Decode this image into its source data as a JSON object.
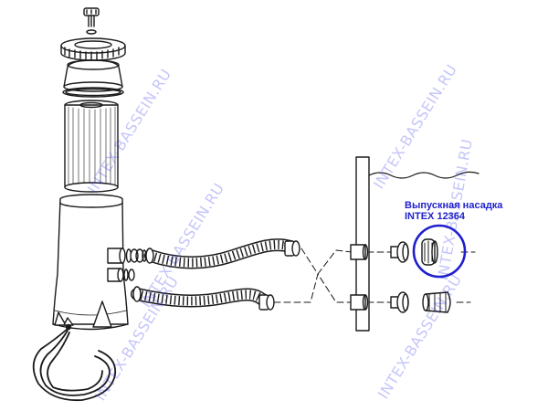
{
  "callout": {
    "line1": "Выпускная насадка",
    "line2": "INTEX 12364",
    "color": "#2222cc"
  },
  "watermark": {
    "text": "INTEX-BASSEIN.RU",
    "color": "#3c3ceb"
  }
}
